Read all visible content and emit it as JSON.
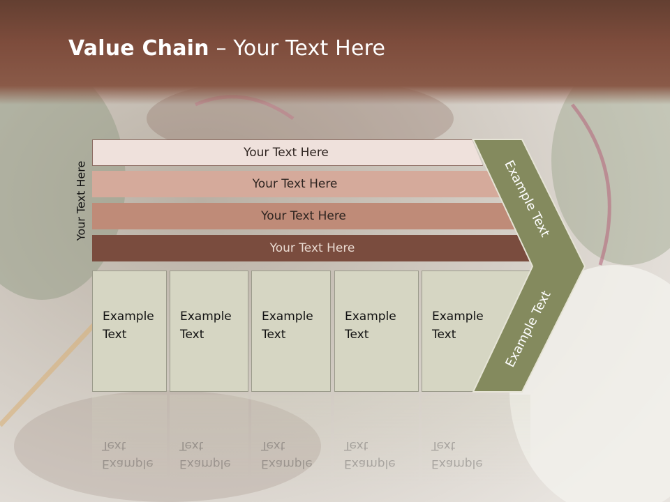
{
  "title": {
    "bold": "Value Chain",
    "rest": " – Your Text Here"
  },
  "side_label": "Your Text Here",
  "bars": [
    "Your Text Here",
    "Your Text Here",
    "Your Text Here",
    "Your Text Here"
  ],
  "boxes": [
    "Example\nText",
    "Example\nText",
    "Example\nText",
    "Example\nText",
    "Example\nText"
  ],
  "chevron": {
    "top_label": "Example Text",
    "bottom_label": "Example Text"
  },
  "colors": {
    "header": "#7d4c3c",
    "chevron": "#848a5e",
    "box": "#d6d6c3"
  }
}
